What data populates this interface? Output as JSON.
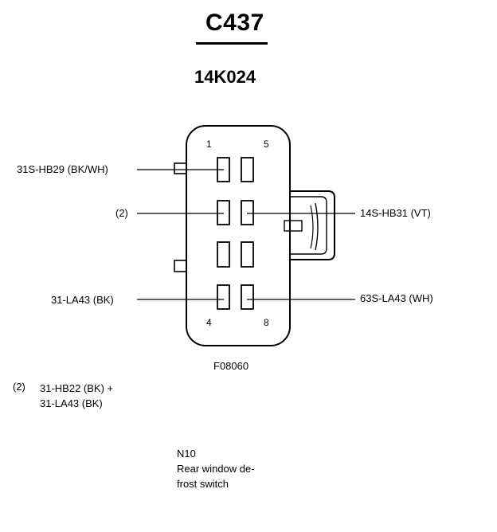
{
  "connector": {
    "id": "C437",
    "part_number": "14K024"
  },
  "pin_numbers": {
    "top_left": "1",
    "top_right": "5",
    "bottom_left": "4",
    "bottom_right": "8"
  },
  "wires": {
    "left_1": "31S-HB29 (BK/WH)",
    "left_2": "(2)",
    "left_4": "31-LA43 (BK)",
    "right_6": "14S-HB31 (VT)",
    "right_8": "63S-LA43 (WH)"
  },
  "figure_id": "F08060",
  "note": {
    "marker": "(2)",
    "line1": "31-HB22 (BK) +",
    "line2": "31-LA43 (BK)"
  },
  "component": {
    "code": "N10",
    "desc_line1": "Rear window de-",
    "desc_line2": "frost switch"
  }
}
